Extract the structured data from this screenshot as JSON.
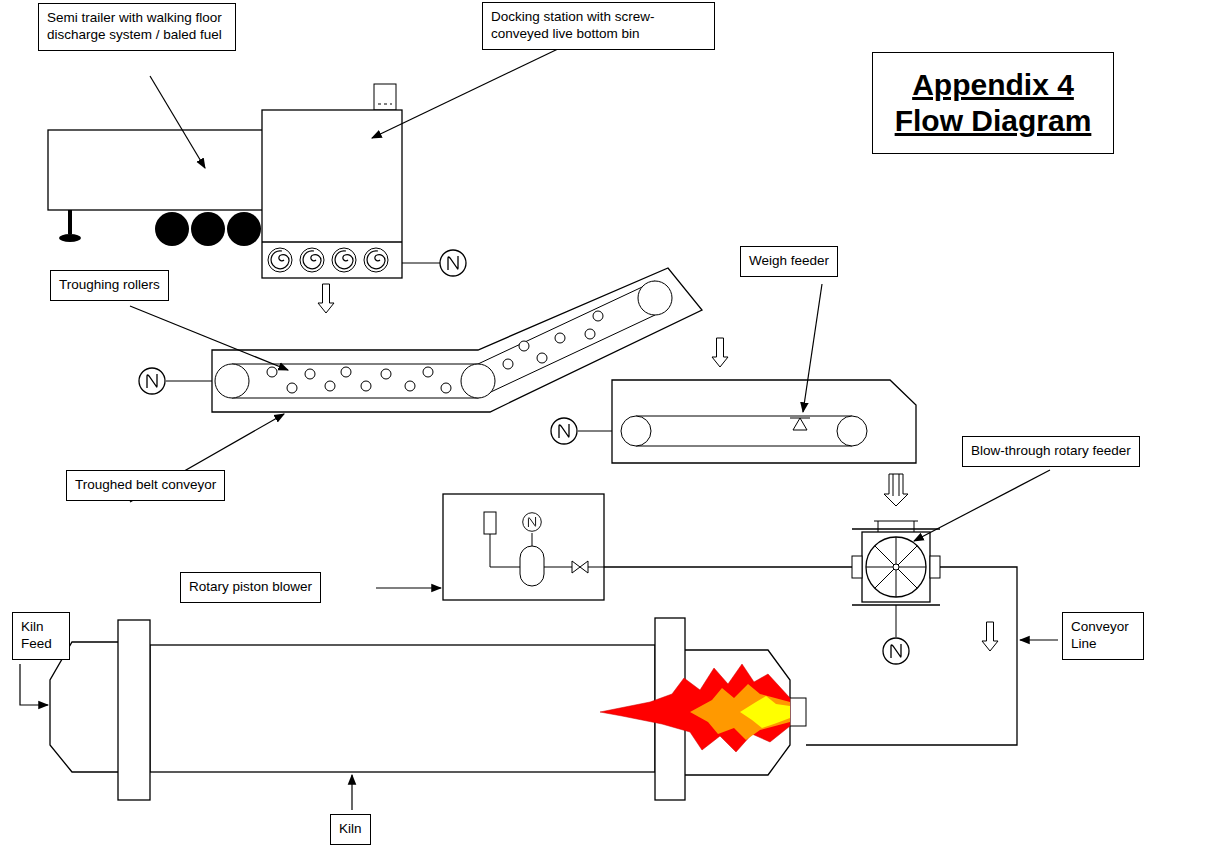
{
  "diagram": {
    "title": "Appendix 4 Flow Diagram",
    "nodes": [
      {
        "text": [
          "Semi trailer with walking floor discharge system / baled fuel"
        ]
      },
      {
        "text": [
          "Docking station with screw-conveyed live bottom bin"
        ]
      },
      {
        "text": [
          "Troughing rollers"
        ]
      },
      {
        "text": [
          "Weigh feeder"
        ]
      },
      {
        "text": [
          "Troughed belt conveyor"
        ]
      },
      {
        "text": [
          "Blow-through rotary feeder"
        ]
      },
      {
        "text": [
          "Rotary piston blower"
        ]
      },
      {
        "text": [
          "Conveyor Line"
        ]
      },
      {
        "text": [
          "Kiln Feed"
        ]
      },
      {
        "text": [
          "Kiln"
        ]
      }
    ]
  }
}
